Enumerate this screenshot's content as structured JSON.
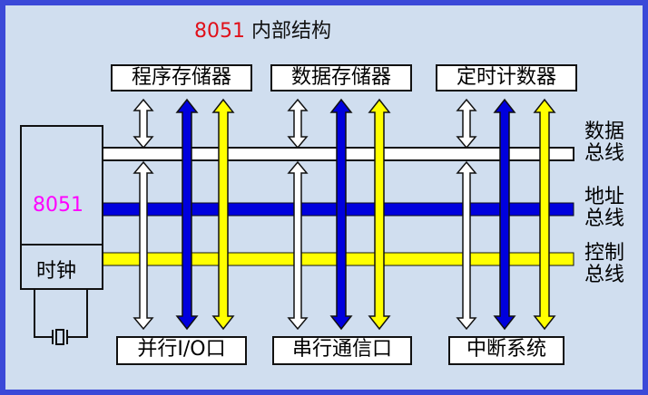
{
  "title": {
    "number": "8051",
    "text": "内部结构"
  },
  "cpu": {
    "label": "8051",
    "clock_label": "时钟"
  },
  "top_boxes": [
    {
      "label": "程序存储器"
    },
    {
      "label": "数据存储器"
    },
    {
      "label": "定时计数器"
    }
  ],
  "bottom_boxes": [
    {
      "label": "并行I/O口"
    },
    {
      "label": "串行通信口"
    },
    {
      "label": "中断系统"
    }
  ],
  "buses": [
    {
      "label_line1": "数据",
      "label_line2": "总线",
      "color": "#ffffff"
    },
    {
      "label_line1": "地址",
      "label_line2": "总线",
      "color": "#0000dd"
    },
    {
      "label_line1": "控制",
      "label_line2": "总线",
      "color": "#ffff00"
    }
  ],
  "colors": {
    "frame": "#3b49d8",
    "background": "#d0deef",
    "white_arrow": "#ffffff",
    "blue_arrow": "#0000dd",
    "yellow_arrow": "#ffff00"
  }
}
